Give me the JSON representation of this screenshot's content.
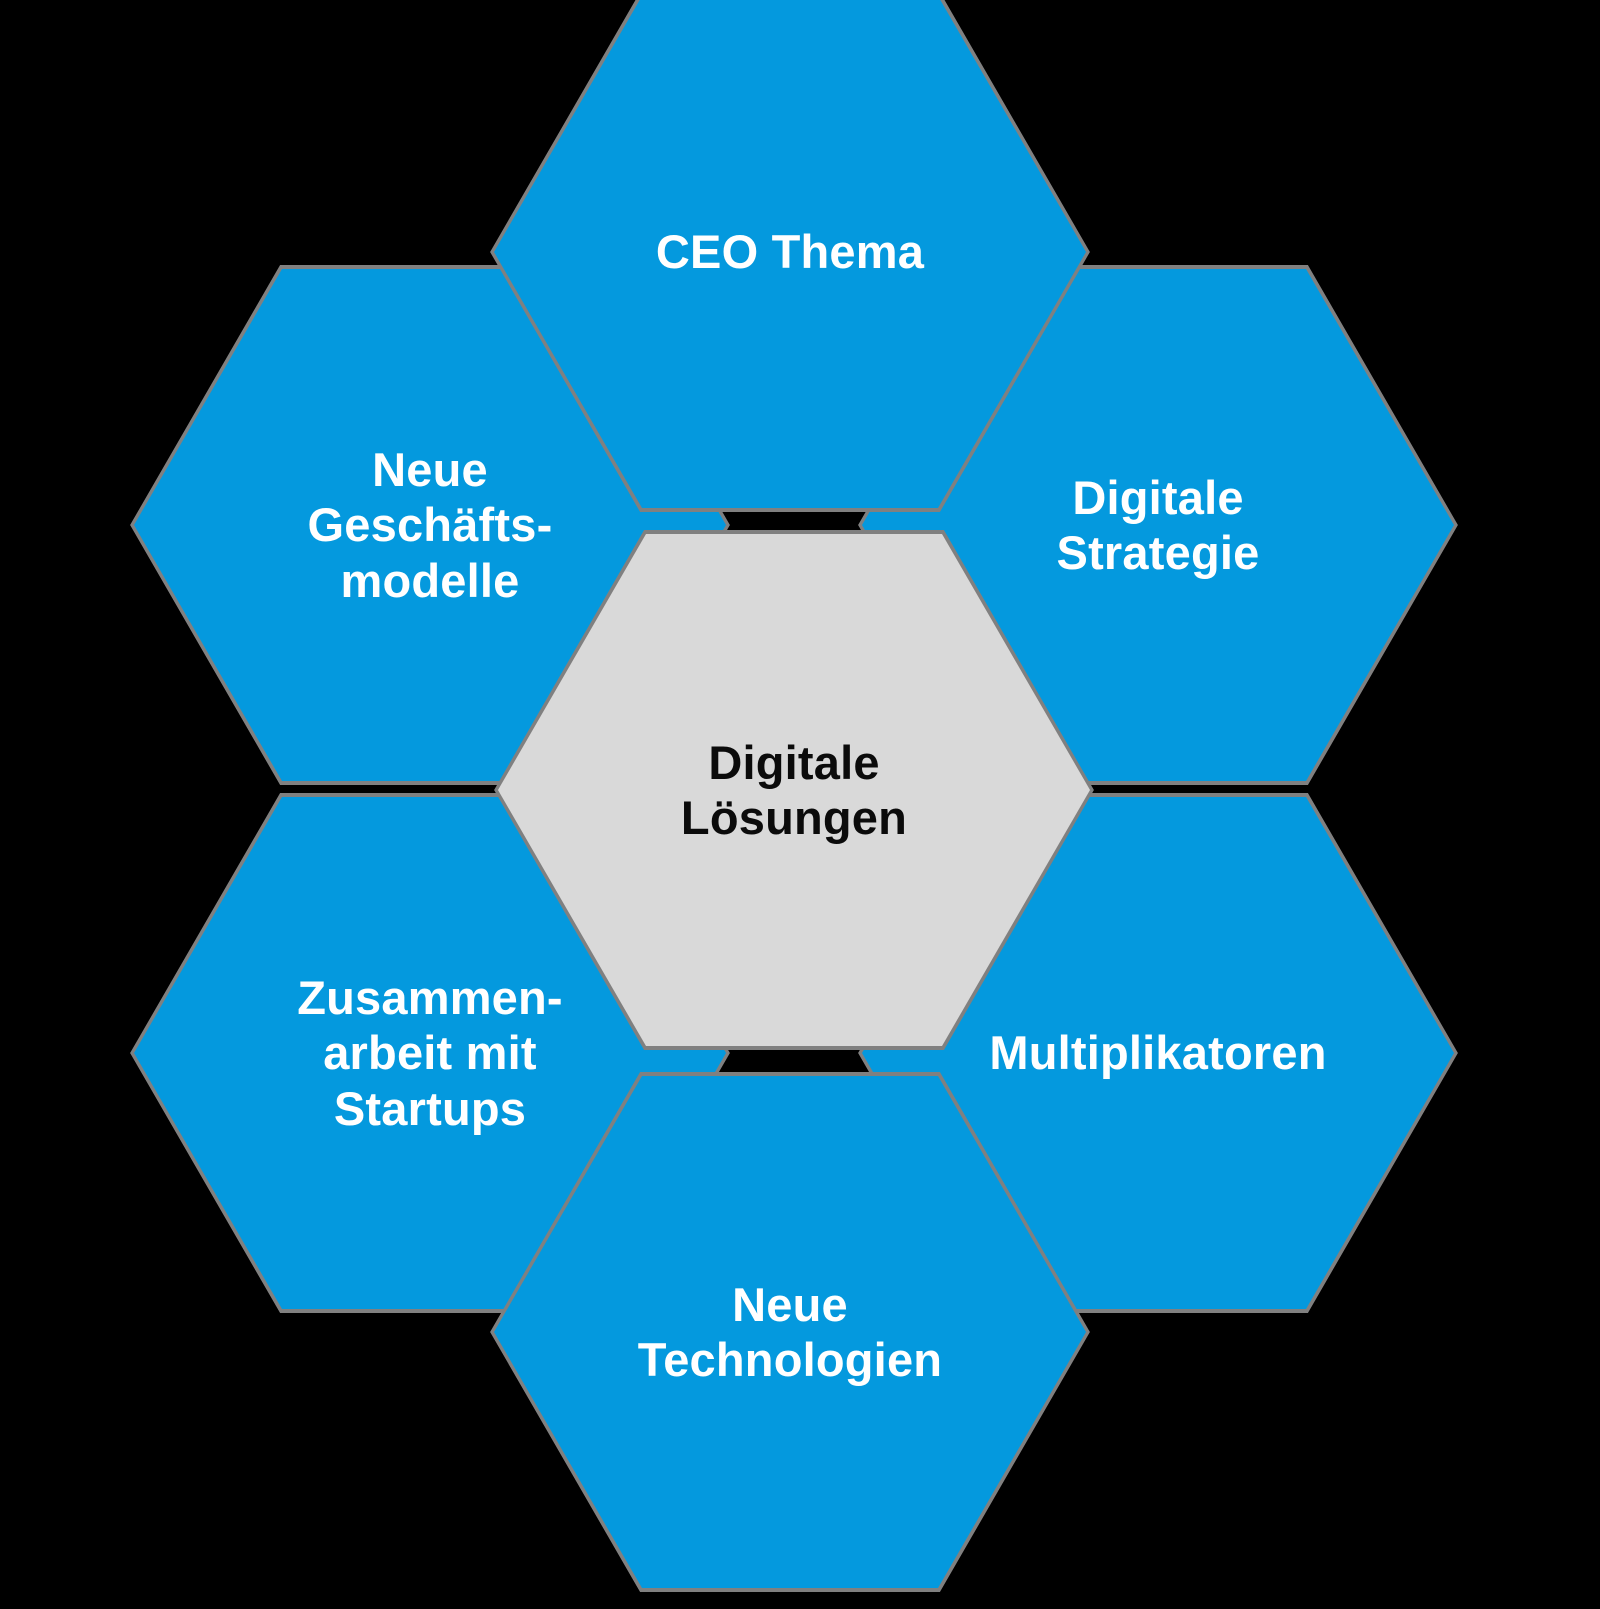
{
  "diagram": {
    "title": "Digitale Lösungen Hexagon-Diagramm",
    "type": "honeycomb-hexagon-diagram",
    "background_color": "#000000",
    "accent_color": "#0499DE",
    "center_color": "#D9D9D9",
    "outline_color": "#808080",
    "center": {
      "label": "Digitale\nLösungen",
      "text_color": "#000000",
      "fill_color": "#D9D9D9"
    },
    "nodes": [
      {
        "id": "ceo-thema",
        "label": "CEO Thema",
        "position": "top",
        "fill_color": "#0499DE",
        "text_color": "#FFFFFF"
      },
      {
        "id": "digitale-strategie",
        "label": "Digitale\nStrategie",
        "position": "top-right",
        "fill_color": "#0499DE",
        "text_color": "#FFFFFF"
      },
      {
        "id": "multiplikatoren",
        "label": "Multiplikatoren",
        "position": "bottom-right",
        "fill_color": "#0499DE",
        "text_color": "#FFFFFF"
      },
      {
        "id": "neue-technologien",
        "label": "Neue\nTechnologien",
        "position": "bottom",
        "fill_color": "#0499DE",
        "text_color": "#FFFFFF"
      },
      {
        "id": "zusammenarbeit-mit-startups",
        "label": "Zusammen-\narbeit mit\nStartups",
        "position": "bottom-left",
        "fill_color": "#0499DE",
        "text_color": "#FFFFFF"
      },
      {
        "id": "neue-geschaeftsmodelle",
        "label": "Neue\nGeschäfts-\nmodelle",
        "position": "top-left",
        "fill_color": "#0499DE",
        "text_color": "#FFFFFF"
      }
    ]
  }
}
